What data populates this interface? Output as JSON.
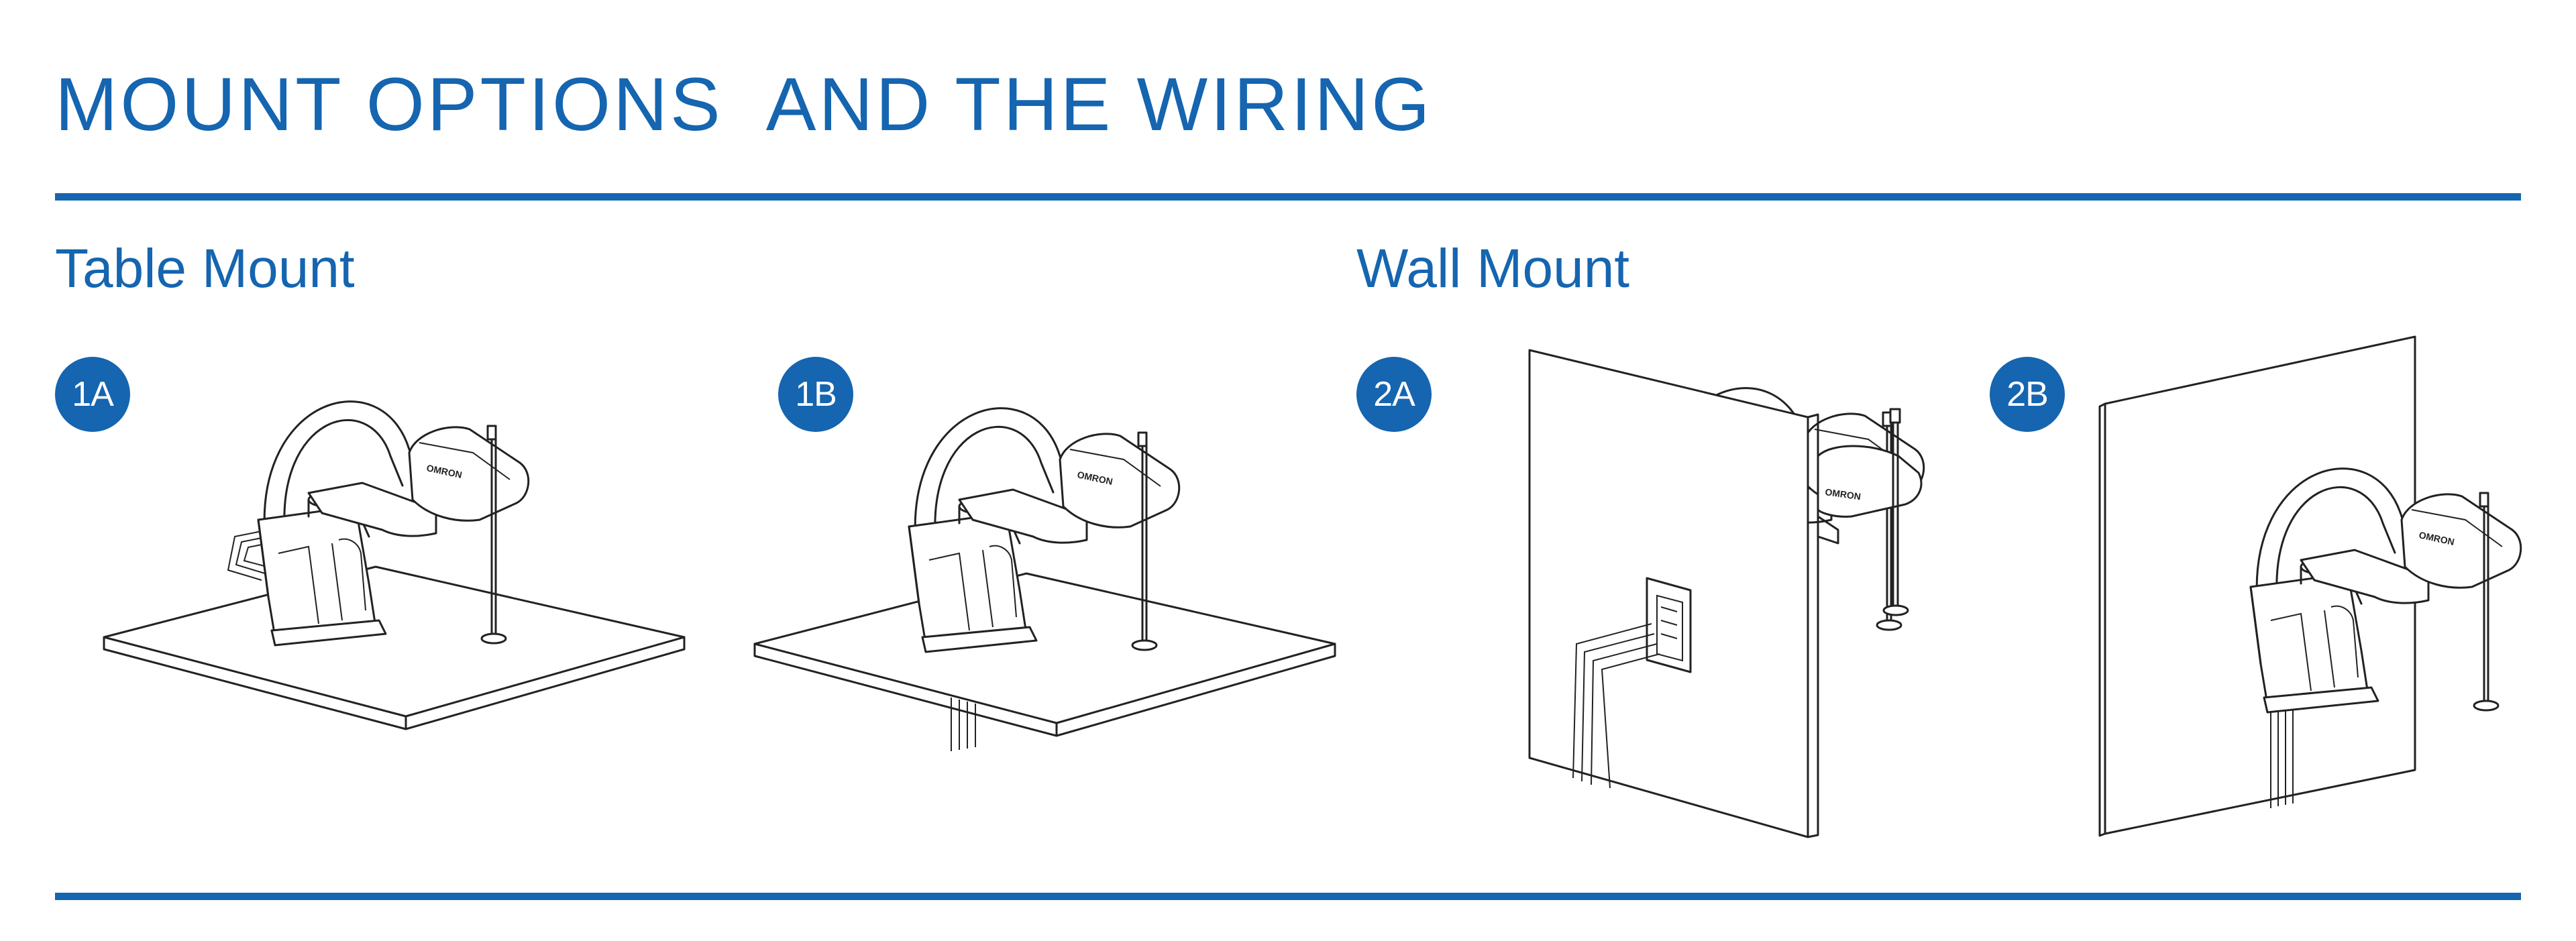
{
  "title": "MOUNT OPTIONS  AND THE WIRING",
  "sections": {
    "table": "Table Mount",
    "wall": "Wall Mount"
  },
  "options": [
    {
      "badge": "1A"
    },
    {
      "badge": "1B"
    },
    {
      "badge": "2A"
    },
    {
      "badge": "2B"
    }
  ],
  "robot_logo": "OMRON",
  "colors": {
    "accent": "#1565b0",
    "line_art": "#222222",
    "background": "#ffffff"
  }
}
